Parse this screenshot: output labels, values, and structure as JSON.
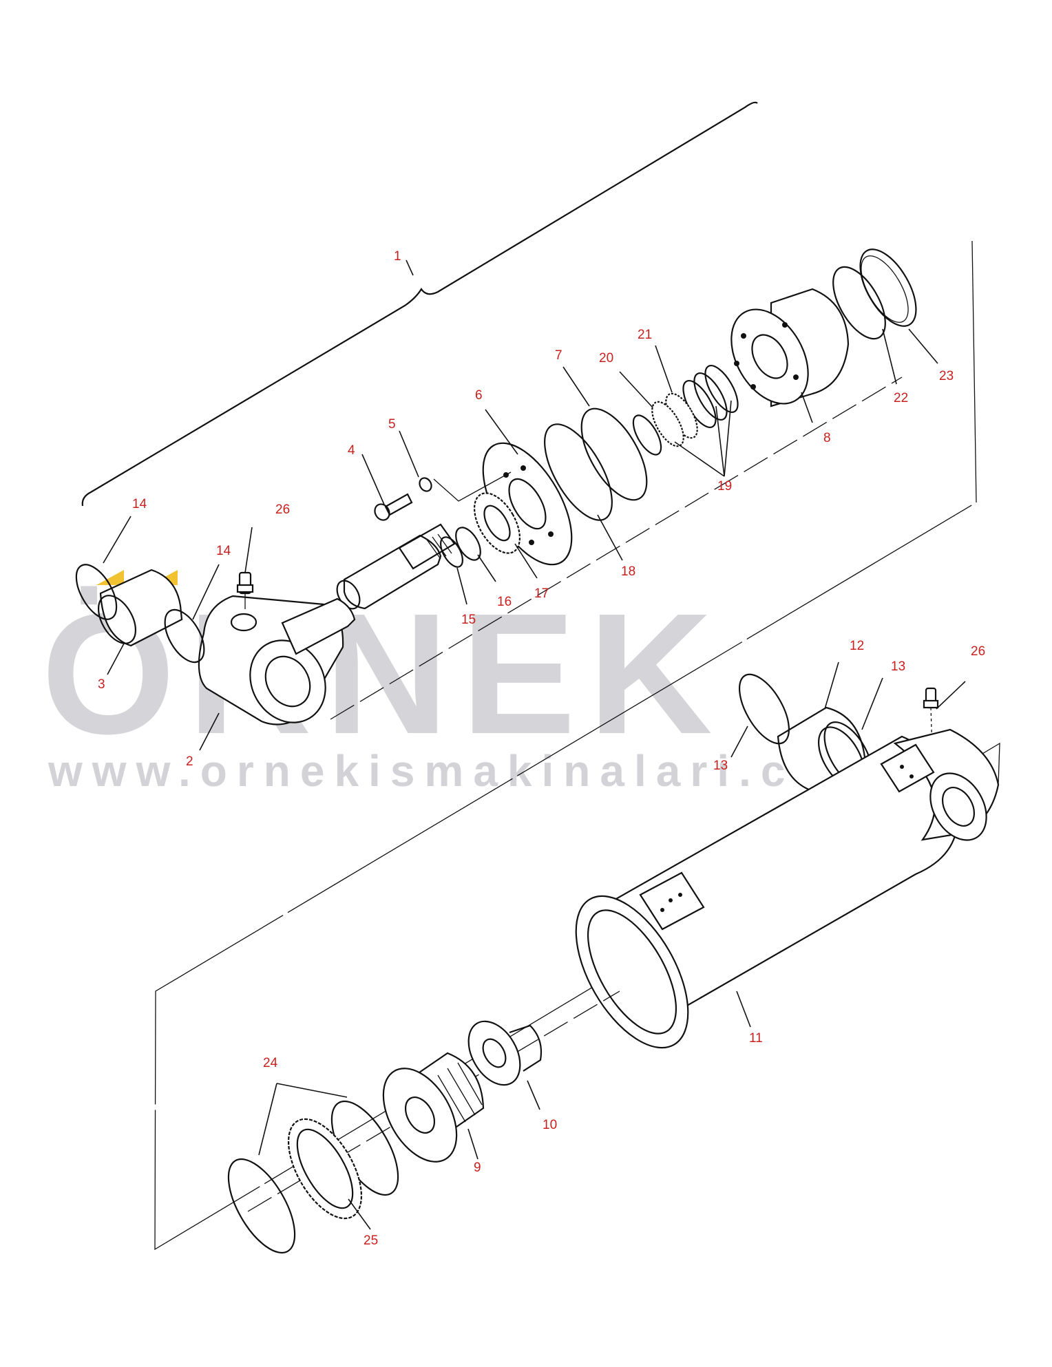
{
  "watermark": {
    "brand": "ÖRNEK",
    "url": "www.ornekismakinalari.com.tr",
    "accent_color": "#f1c232",
    "text_color": "#d5d4d9"
  },
  "callout_color": "#c8201e",
  "labels": {
    "l1": "1",
    "l2": "2",
    "l3": "3",
    "l4": "4",
    "l5": "5",
    "l6": "6",
    "l7": "7",
    "l8": "8",
    "l9": "9",
    "l10": "10",
    "l11": "11",
    "l12": "12",
    "l13a": "13",
    "l13b": "13",
    "l14a": "14",
    "l14b": "14",
    "l15": "15",
    "l16": "16",
    "l17": "17",
    "l18": "18",
    "l19": "19",
    "l20": "20",
    "l21": "21",
    "l22": "22",
    "l23": "23",
    "l24": "24",
    "l25": "25",
    "l26a": "26",
    "l26b": "26"
  }
}
